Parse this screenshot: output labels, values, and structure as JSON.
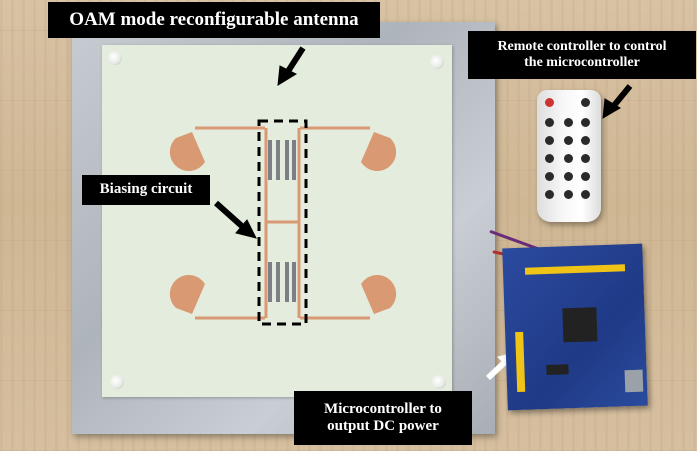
{
  "image": {
    "type": "photograph with annotation labels",
    "subject": "OAM mode reconfigurable antenna prototype with controller hardware"
  },
  "labels": {
    "title": "OAM mode reconfigurable antenna",
    "remote_line1": "Remote controller to control",
    "remote_line2": "the microcontroller",
    "biasing": "Biasing circuit",
    "micro_line1": "Microcontroller to",
    "micro_line2": "output DC power"
  },
  "colors": {
    "label_bg": "#000000",
    "label_text": "#ffffff",
    "copper": "#d99a73",
    "substrate": "#e4ecde",
    "ground_plate": "#b8bec5",
    "pcb_blue": "#1f3a86"
  },
  "icons": [
    "arrow-icon"
  ]
}
